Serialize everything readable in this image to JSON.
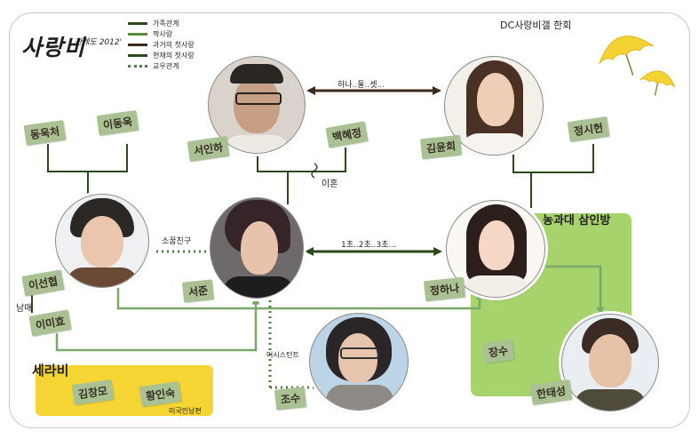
{
  "logo": {
    "title": "사랑비",
    "subtitle": "관계도 2012'"
  },
  "legend": [
    {
      "label": "가족관계",
      "color": "#2c4a1f",
      "style": "solid"
    },
    {
      "label": "짝사랑",
      "color": "#5c8a3c",
      "style": "solid"
    },
    {
      "label": "과거의 첫사랑",
      "color": "#3b2a1e",
      "style": "solid"
    },
    {
      "label": "현재의 첫사랑",
      "color": "#2e4a1c",
      "style": "solid"
    },
    {
      "label": "교우관계",
      "color": "#4d7e3e",
      "style": "dotted"
    }
  ],
  "club": "DC사랑비갤 한회",
  "groups": {
    "farm_room": "농과대 삼인방",
    "serabi": "세라비"
  },
  "people": {
    "seo_inha": "서인하",
    "kim_yunhee": "김윤희",
    "lee_seonhyeop": "이선협",
    "seo_jun": "서준",
    "jeong_hana": "정하나",
    "jo_su": "조수",
    "han_taeseong": "한태성"
  },
  "tags": {
    "dong_uk_cheo": "동욱처",
    "lee_dong_uk": "이동욱",
    "baek_hye_jeong": "백혜정",
    "jeong_si_heon": "정시헌",
    "lee_mi_hyo": "이미효",
    "jang_su": "장수",
    "kim_chang_mo": "김창모",
    "hwang_in_suk": "황인숙"
  },
  "relations": {
    "past_love": "하나..둘..셋...",
    "present_love": "1초..2초..3초...",
    "divorce": "이혼",
    "childhood_friend": "소꿉친구",
    "siblings": "남매",
    "assistant": "어시스턴트",
    "american_husband": "미국인남편"
  },
  "colors": {
    "tag_bg": "#a9c193",
    "green_group": "#a6d36b",
    "serabi_bg": "#f5d533",
    "line_dark": "#2c4a1f",
    "line_light": "#5e9a4a",
    "umbrella": "#f4d232"
  }
}
